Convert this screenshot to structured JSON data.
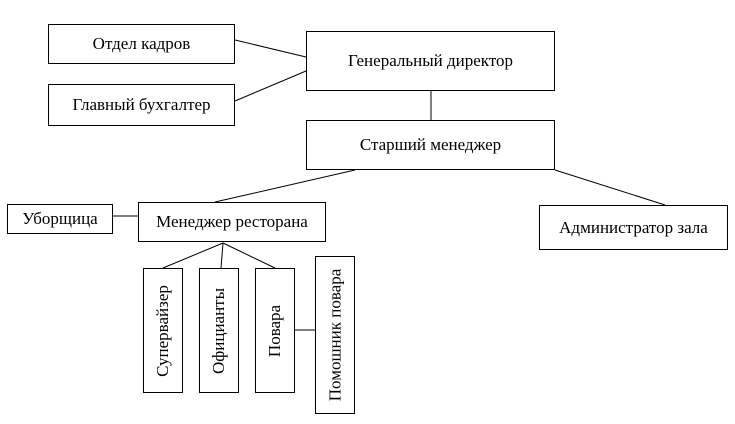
{
  "nodes": {
    "ceo": "Генеральный директор",
    "hr": "Отдел кадров",
    "chief_accountant": "Главный бухгалтер",
    "senior_manager": "Старший менеджер",
    "cleaner": "Уборщица",
    "restaurant_manager": "Менеджер ресторана",
    "hall_administrator": "Администратор зала",
    "supervisor": "Супервайзер",
    "waiters": "Официанты",
    "cooks": "Повара",
    "cook_assistant": "Помошник повара"
  }
}
